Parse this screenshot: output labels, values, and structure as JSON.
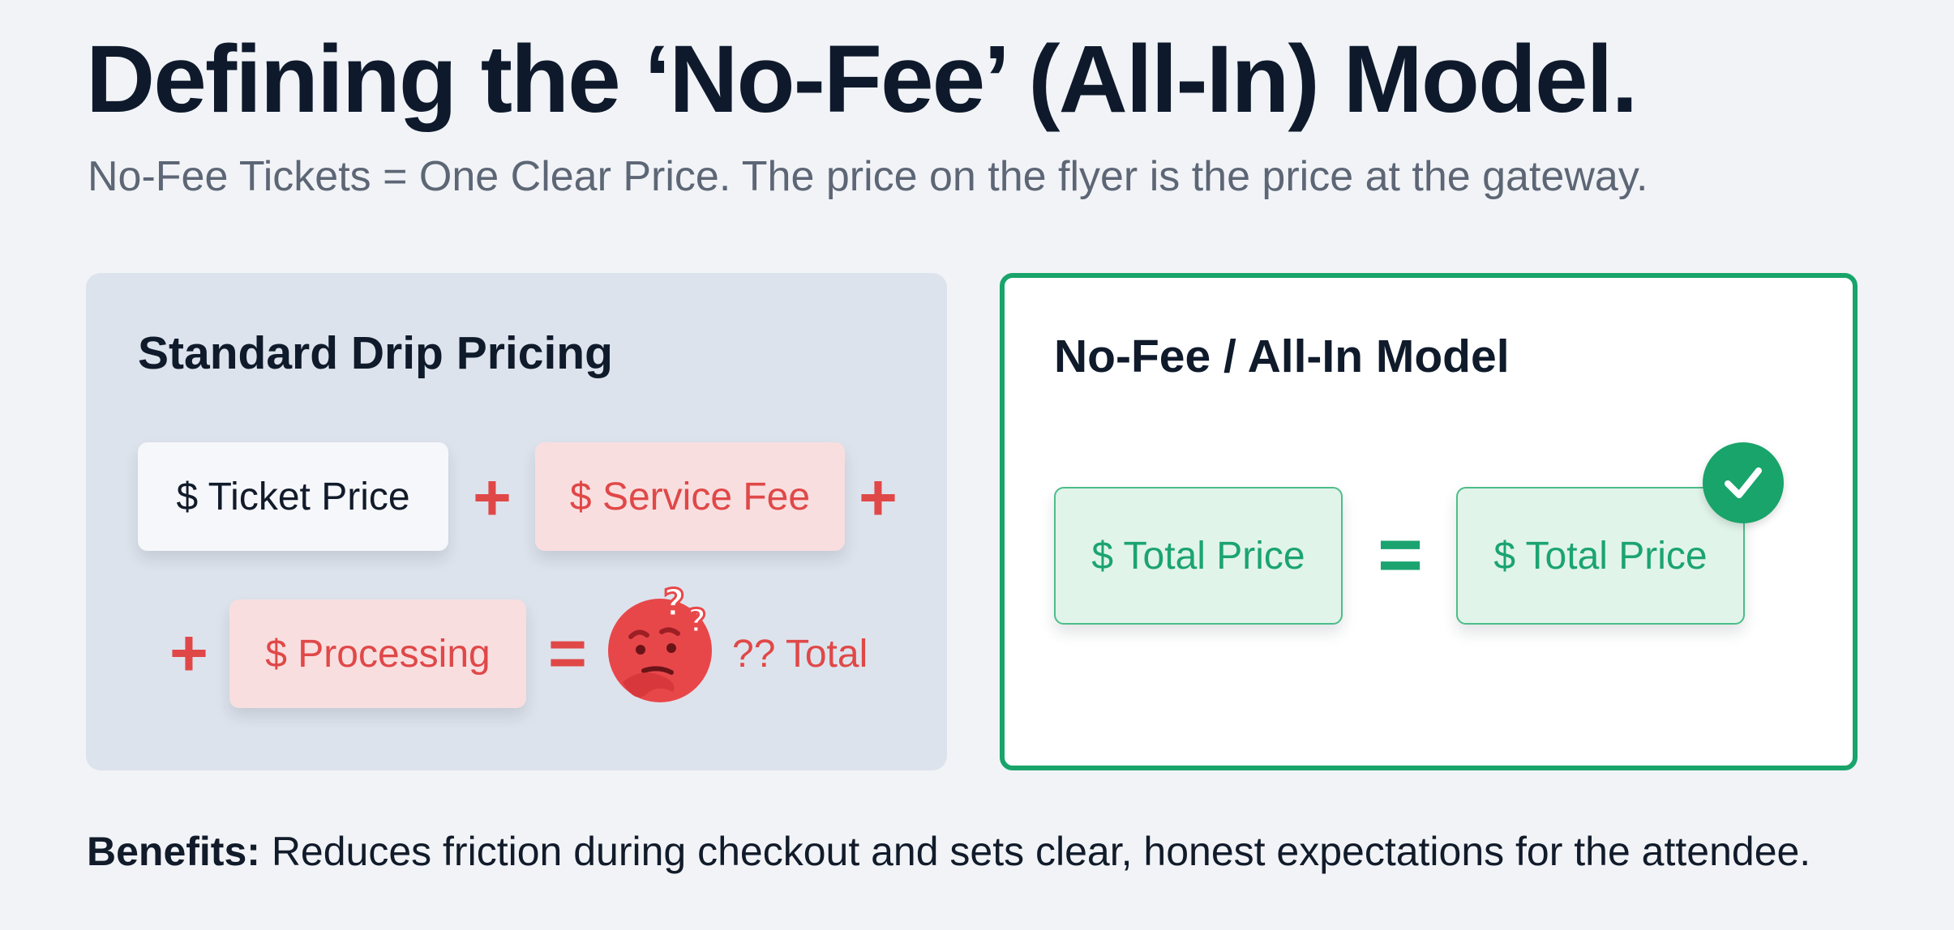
{
  "header": {
    "title": "Defining the ‘No-Fee’ (All-In) Model.",
    "subtitle": "No-Fee Tickets = One Clear Price. The price on the flyer is the price at the gateway."
  },
  "left_panel": {
    "title": "Standard Drip Pricing",
    "ticket_price": "$ Ticket Price",
    "service_fee": "$ Service Fee",
    "processing": "$ Processing",
    "plus": "+",
    "equals": "=",
    "total": "?? Total",
    "confused_icon": "thinking-face-icon"
  },
  "right_panel": {
    "title": "No-Fee / All-In Model",
    "total_left": "$ Total Price",
    "equals": "=",
    "total_right": "$ Total Price",
    "check_icon": "checkmark-icon"
  },
  "footer": {
    "benefits_label": "Benefits:",
    "benefits_text": " Reduces friction during checkout and sets clear, honest expectations for the attendee."
  },
  "colors": {
    "accent_green": "#18a46a",
    "accent_red": "#e04848",
    "panel_gray": "#dde3ec"
  }
}
